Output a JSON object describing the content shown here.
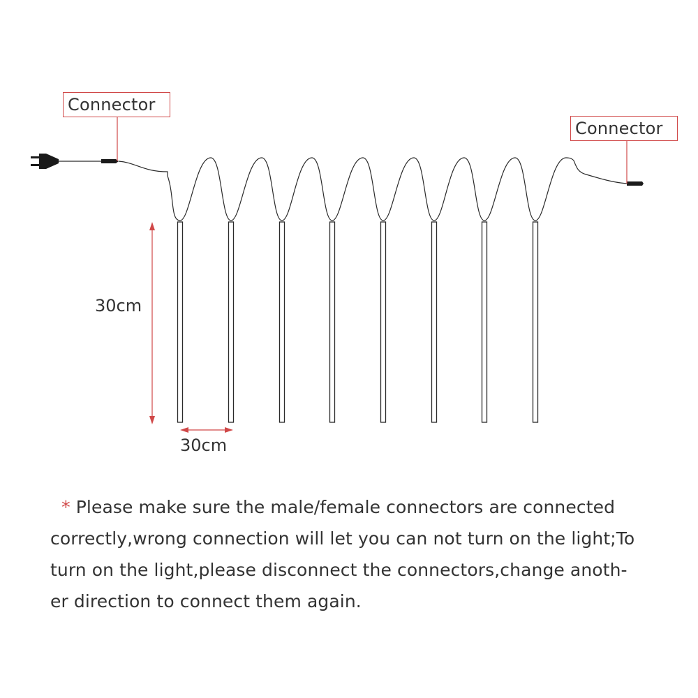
{
  "labels": {
    "left_connector": "Connector",
    "right_connector": "Connector",
    "vertical_dimension": "30cm",
    "horizontal_dimension": "30cm"
  },
  "note": {
    "asterisk": "*",
    "lines": [
      "Please make sure the male/female connectors are connected",
      "correctly,wrong connection will let you can not turn on the light;To",
      "turn on the light,please disconnect the connectors,change anoth-",
      "er direction to connect them again."
    ]
  },
  "colors": {
    "annotation_red": "#d04848",
    "wire": "#2a2a2a"
  },
  "icons": [
    "power-plug-icon",
    "connector-plug-icon"
  ]
}
